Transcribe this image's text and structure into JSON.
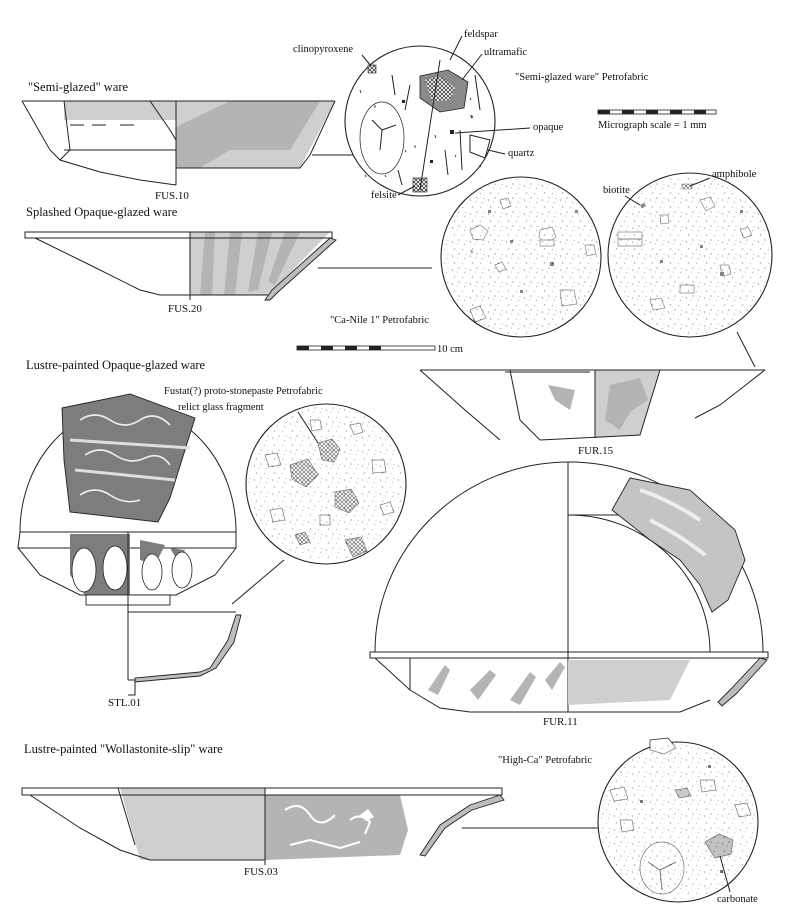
{
  "titles": {
    "semi_glazed": "\"Semi-glazed\" ware",
    "splashed": "Splashed Opaque-glazed ware",
    "lustre_opaque": "Lustre-painted Opaque-glazed ware",
    "lustre_wollastonite": "Lustre-painted \"Wollastonite-slip\" ware"
  },
  "specimens": {
    "fus10": "FUS.10",
    "fus20": "FUS.20",
    "fur15": "FUR.15",
    "stl01": "STL.01",
    "fur11": "FUR.11",
    "fus03": "FUS.03"
  },
  "petrofabrics": {
    "semi_glazed": "\"Semi-glazed ware\" Petrofabric",
    "ca_nile": "\"Ca-Nile 1\" Petrofabric",
    "fustat": "Fustat(?) proto-stonepaste Petrofabric",
    "high_ca": "\"High-Ca\" Petrofabric"
  },
  "minerals": {
    "clinopyroxene": "clinopyroxene",
    "feldspar": "feldspar",
    "ultramafic": "ultramafic",
    "opaque": "opaque",
    "quartz": "quartz",
    "felsite": "felsite",
    "biotite": "biotite",
    "amphibole": "amphibole",
    "relict_glass": "relict glass fragment",
    "carbonate": "carbonate"
  },
  "scales": {
    "micrograph": "Micrograph scale = 1 mm",
    "vessel": "10 cm"
  }
}
